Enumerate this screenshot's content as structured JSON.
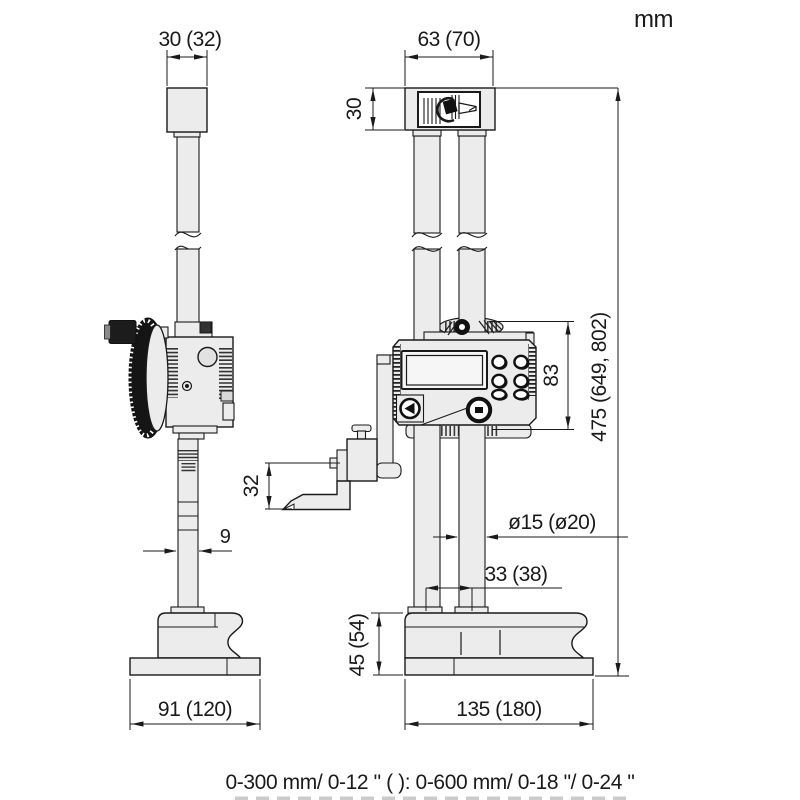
{
  "unit_label": "mm",
  "range_note": "0-300 mm/ 0-12 \" ( ): 0-600 mm/ 0-18 \"/ 0-24 \"",
  "dims": {
    "probe_width": "30 (32)",
    "head_width": "63 (70)",
    "head_height": "30",
    "slider_height": "83",
    "overall_height": "475 (649, 802)",
    "scriber_drop": "32",
    "beam_width": "9",
    "column_diameter": "ø15 (ø20)",
    "column_pitch": "33 (38)",
    "base_height": "45 (54)",
    "base_depth": "91 (120)",
    "base_width": "135 (180)"
  },
  "icons": {
    "head_top": "hand-crank-pictogram"
  },
  "colors": {
    "part_fill": "#ececec",
    "line": "#1a1a1a",
    "wheel_dark": "#151515",
    "lcd_fill": "#f6f6f6"
  }
}
